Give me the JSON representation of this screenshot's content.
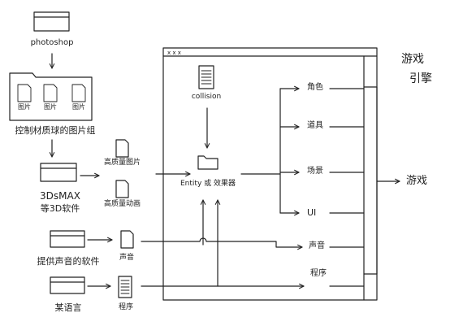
{
  "labels": {
    "photoshop": "photoshop",
    "pic1": "图片",
    "pic2": "图片",
    "pic3": "图片",
    "texture_group": "控制材质球的图片组",
    "max_line1": "3DsMAX",
    "max_line2": "等3D软件",
    "hq_image": "高质量图片",
    "hq_anim": "高质量动画",
    "sound_software": "提供声音的软件",
    "sound_file": "声音",
    "language": "某语言",
    "program_file": "程序",
    "collision": "collision",
    "entity": "Entity 或 效果器",
    "role": "角色",
    "prop": "道具",
    "scene": "场景",
    "ui": "UI",
    "sound_out": "声音",
    "program_out": "程序",
    "engine_line1": "游戏",
    "engine_line2": "引擎",
    "game": "游戏"
  },
  "icons": {
    "window": "window-icon",
    "file": "file-icon",
    "folder": "folder-icon",
    "doc": "document-icon"
  },
  "colors": {
    "ink": "#222222",
    "background": "#ffffff"
  }
}
